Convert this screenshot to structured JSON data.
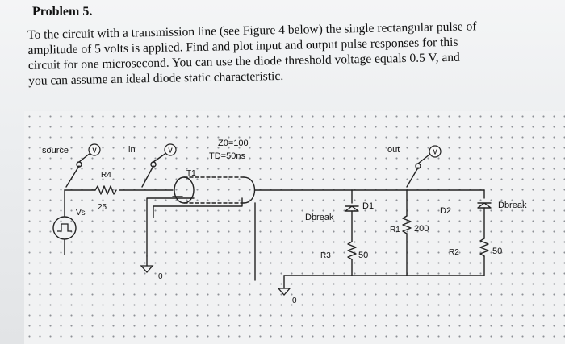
{
  "problem": {
    "title": "Problem 5.",
    "lines": [
      "To the circuit with a transmission line (see Figure 4 below) the single rectangular pulse of",
      "amplitude of 5 volts is applied. Find and plot input and output pulse responses for this",
      "circuit for one microsecond.  You can use the diode threshold voltage equals 0.5 V, and",
      "you can assume an ideal diode static characteristic."
    ]
  },
  "figure": {
    "probe_source": "source",
    "probe_in": "in",
    "probe_out": "out",
    "probe_symbol": "V",
    "tline_z0": "Z0=100",
    "tline_td": "TD=50ns",
    "tline_name": "T1",
    "r4_name": "R4",
    "r4_value": "25",
    "vs_name": "Vs",
    "dbreak_left": "Dbreak",
    "d1_name": "D1",
    "r1_name": "R1",
    "r1_value": "200",
    "d2_name": "D2",
    "dbreak_right": "Dbreak",
    "r3_name": "R3",
    "r3_value": "50",
    "r2_name": "R2",
    "r2_value": "50",
    "ground_left": "0",
    "ground_right": "0"
  }
}
